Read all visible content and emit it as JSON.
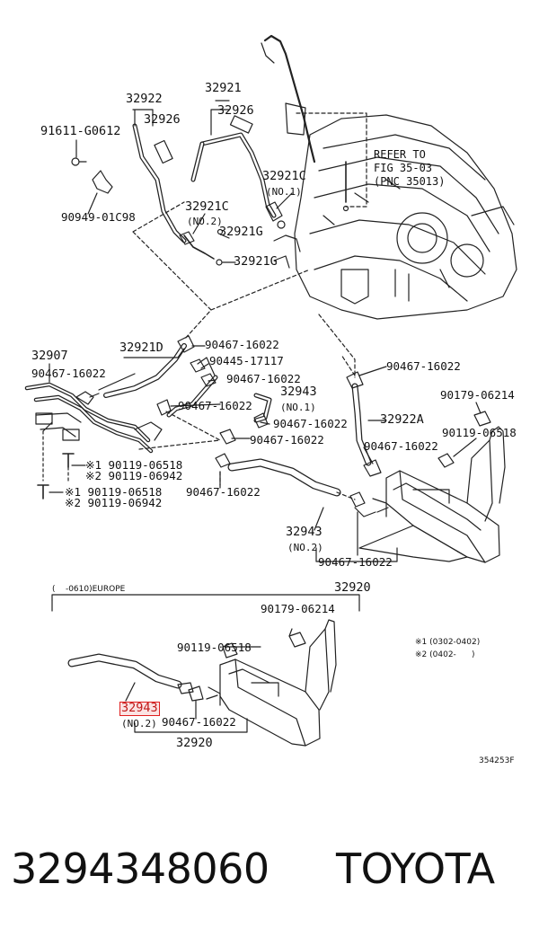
{
  "labels": {
    "l_91611": "91611-G0612",
    "l_32922_top": "32922",
    "l_32926_a": "32926",
    "l_32921_top": "32921",
    "l_32926_b": "32926",
    "l_refer": "REFER TO\nFIG 35-03\n(PNC 35013)",
    "l_32921c_a": "32921C",
    "l_no1_a": "(NO.1)",
    "l_90949": "90949-01C98",
    "l_32921c_b": "32921C",
    "l_no2_a": "(NO.2)",
    "l_32921g_a": "32921G",
    "l_32921g_b": "32921G",
    "l_32907": "32907",
    "l_32921d": "32921D",
    "l_90467_a": "90467-16022",
    "l_90467_b": "90467-16022",
    "l_90445": "90445-17117",
    "l_90467_c": "90467-16022",
    "l_90467_d": "90467-16022",
    "l_32943_a": "32943",
    "l_no1_b": "(NO.1)",
    "l_90467_e": "90467-16022",
    "l_90467_f": "90467-16022",
    "l_90467_g": "90467-16022",
    "l_90179_a": "90179-06214",
    "l_32922a": "32922A",
    "l_90119_a": "90119-06518",
    "l_90467_h": "90467-16022",
    "l_note_1a": "※1 90119-06518",
    "l_note_1b": "※2 90119-06942",
    "l_note_2a": "※1 90119-06518",
    "l_note_2b": "※2 90119-06942",
    "l_90467_i": "90467-16022",
    "l_32943_b": "32943",
    "l_no2_b": "(NO.2)",
    "l_90467_j": "90467-16022",
    "l_32920_a": "32920",
    "l_europe": "(    -0610)EUROPE",
    "l_90179_b": "90179-06214",
    "l_90119_b": "90119-06518",
    "l_legend_1": "※1 (0302-0402)",
    "l_legend_2": "※2 (0402-      )",
    "l_32943_hl": "32943",
    "l_no2_c": "(NO.2)",
    "l_90467_k": "90467-16022",
    "l_32920_b": "32920",
    "l_figcode": "354253F"
  },
  "footer": {
    "part_number": "3294348060",
    "brand": "TOYOTA"
  },
  "colors": {
    "highlight_border": "#e02020",
    "highlight_fill": "#fbe3e3",
    "ink": "#111111"
  }
}
